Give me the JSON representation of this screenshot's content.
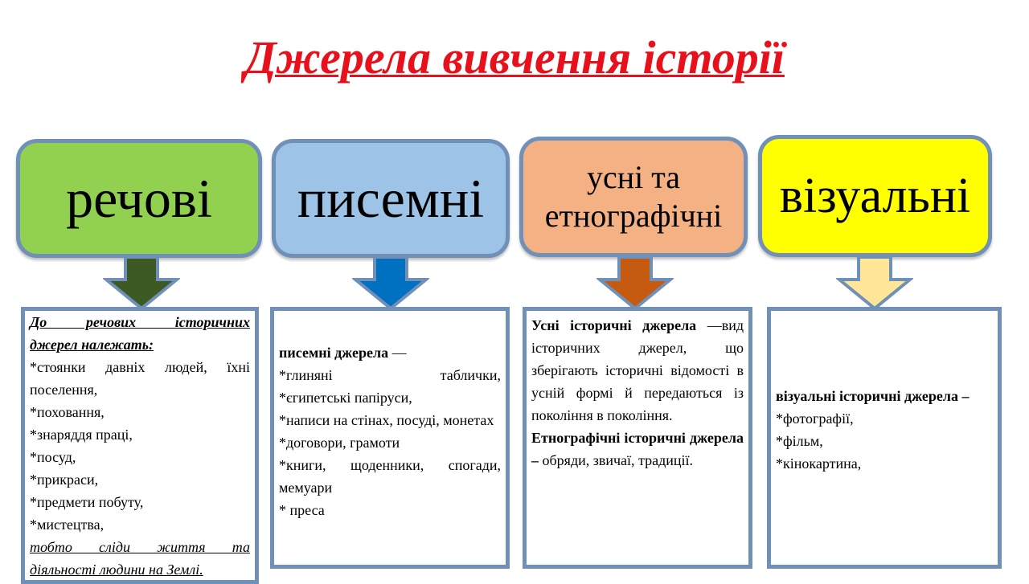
{
  "title": "Джерела вивчення історії",
  "categories": [
    {
      "label": "речові",
      "color": "#92d050",
      "arrow_color": "#3c5a22"
    },
    {
      "label": "писемні",
      "color": "#9dc3e6",
      "arrow_color": "#0070c0"
    },
    {
      "label_line1": "усні та",
      "label_line2": "етнографічні",
      "color": "#f4b183",
      "arrow_color": "#c55a11"
    },
    {
      "label": "візуальні",
      "color": "#ffff00",
      "arrow_color": "#ffe699"
    }
  ],
  "material": {
    "heading_line1": "До речових історичних",
    "heading_line2": "джерел належать:",
    "items": [
      "*стоянки давніх людей, їхні поселення,",
      "*поховання,",
      "*знаряддя праці,",
      "*посуд,",
      "*прикраси,",
      "*предмети побуту,",
      "*мистецтва,"
    ],
    "footer": "тобто сліди життя та діяльності людини на Землі."
  },
  "written": {
    "heading": "писемні джерела",
    "dash": " —",
    "items": [
      "*глиняні таблички,",
      "*єгипетські папіруси,",
      "*написи на стінах, посуді, монетах",
      "*договори, грамоти",
      "*книги, щоденники, спогади, мемуари",
      "* преса"
    ]
  },
  "oral": {
    "heading1": "Усні історичні джерела",
    "text1": "—вид історичних джерел, що зберігають історичні відомості в усній формі й передаються із покоління в покоління.",
    "heading2": "Етнографічні історичні джерела –",
    "text2": " обряди, звичаї, традиції."
  },
  "visual": {
    "heading": "візуальні історичні джерела –",
    "items": [
      "*фотографії,",
      "*фільм,",
      "*кінокартина,"
    ]
  }
}
